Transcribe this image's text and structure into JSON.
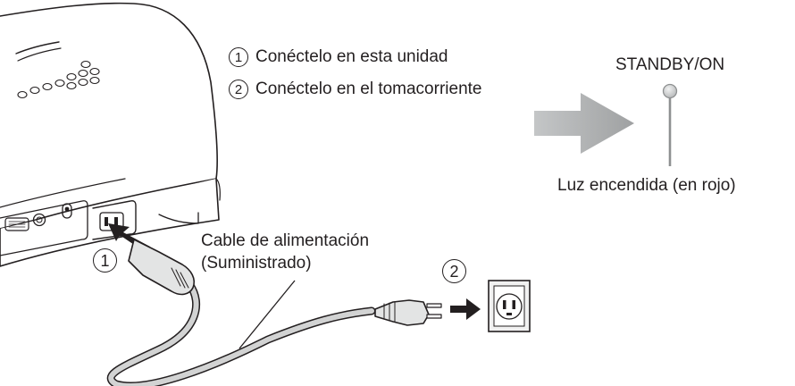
{
  "steps": [
    {
      "num": "1",
      "text": "Conéctelo en esta unidad"
    },
    {
      "num": "2",
      "text": "Conéctelo en el tomacorriente"
    }
  ],
  "standby": {
    "title": "STANDBY/ON",
    "caption": "Luz encendida (en rojo)"
  },
  "cable": {
    "line1": "Cable de alimentación",
    "line2": "(Suministrado)"
  },
  "markers": {
    "unit": "1",
    "outlet": "2"
  },
  "colors": {
    "ink": "#231f20",
    "arrow_gray": "#b1b3b4",
    "cable_gray": "#cfd0d0"
  }
}
